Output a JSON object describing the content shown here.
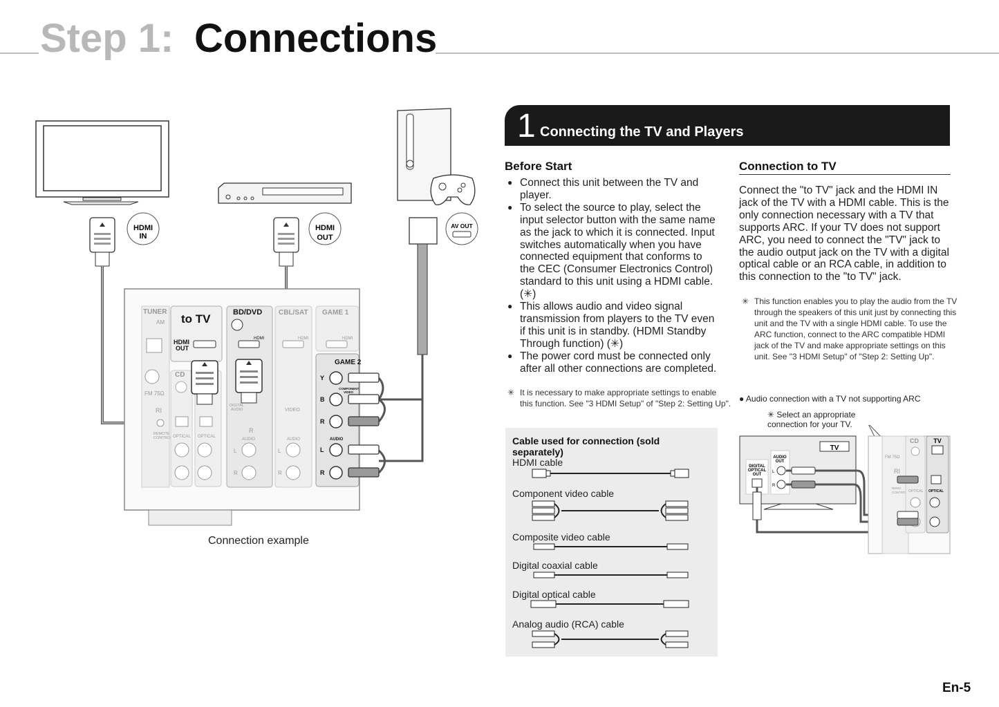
{
  "header": {
    "step_prefix": "Step 1:",
    "title": "Connections"
  },
  "section": {
    "number": "1",
    "title": "Connecting the TV and Players"
  },
  "before_start": {
    "heading": "Before Start",
    "items": [
      "Connect this unit between the TV and player.",
      "To select the source to play, select the input selector button with the same name as the jack to which it is connected. Input switches automatically when you have connected equipment that conforms to the CEC (Consumer Electronics Control) standard to this unit using a HDMI cable. (✳)",
      "This allows audio and video signal transmission from players to the TV even if this unit is in standby. (HDMI Standby Through function) (✳)",
      "The power cord must be connected only after all other connections are completed."
    ],
    "note_star": "✳",
    "note": "It is necessary to make appropriate settings to enable this function. See \"3 HDMI Setup\" of \"Step 2:  Setting Up\"."
  },
  "connection_to_tv": {
    "heading": "Connection to TV",
    "body": "Connect the \"to TV\" jack and the HDMI IN jack of the TV with a HDMI cable. This is the only connection necessary with a TV that supports ARC. If your TV does not support ARC, you need to connect the \"TV\" jack to the audio output jack on the TV with a digital optical cable or an RCA cable, in addition to this connection to the \"to TV\" jack.",
    "note_star": "✳",
    "note": "This function enables you to play the audio from the TV through the speakers of this unit just by connecting this unit and the TV with a single HDMI cable. To use the ARC function, connect to the ARC compatible HDMI jack of the TV and make appropriate settings on this unit. See \"3 HDMI Setup\" of \"Step 2:  Setting Up\".",
    "arc_bullet": "● Audio connection with a TV not supporting ARC",
    "select_note": "✳ Select an appropriate connection for your TV."
  },
  "cables": {
    "title": "Cable used for connection (sold separately)",
    "items": [
      "HDMI cable",
      "Component video cable",
      "Composite video cable",
      "Digital coaxial cable",
      "Digital optical cable",
      "Analog audio (RCA) cable"
    ]
  },
  "diagram": {
    "caption": "Connection example",
    "callout_hdmi_in": [
      "HDMI",
      "IN"
    ],
    "callout_hdmi_out": [
      "HDMI",
      "OUT"
    ],
    "callout_av_out": "AV OUT",
    "panel": {
      "tuner": "TUNER",
      "am": "AM",
      "fm": "FM 75Ω",
      "to_tv": "to TV",
      "hdmi_out": [
        "HDMI",
        "OUT"
      ],
      "bd_dvd": "BD/DVD",
      "hdmi": "HDMI",
      "cbl_sat": "CBL/SAT",
      "game1": "GAME 1",
      "game2": "GAME 2",
      "cd": "CD",
      "remote_control": [
        "REMOTE",
        "CONTROL"
      ],
      "optical": "OPTICAL",
      "digital_audio": [
        "DIGITAL",
        "AUDIO"
      ],
      "audio": "AUDIO",
      "video": "VIDEO",
      "component_video": [
        "COMPONENT",
        "VIDEO"
      ],
      "y": "Y",
      "b": "B",
      "r": "R",
      "l": "L",
      "ri": "RI"
    }
  },
  "inset": {
    "tv": "TV",
    "digital_optical_out": [
      "DIGITAL",
      "OPTICAL",
      "OUT"
    ],
    "audio_out": [
      "AUDIO",
      "OUT"
    ],
    "l": "L",
    "r": "R",
    "cd": "CD",
    "tv_jack": "TV",
    "fm": "FM 75Ω",
    "ri": "RI",
    "remote_control": [
      "REMO",
      "CONTRO"
    ],
    "optical": "OPTICAL",
    "optical_tv": "OPTICAL"
  },
  "page_number": "En-5"
}
